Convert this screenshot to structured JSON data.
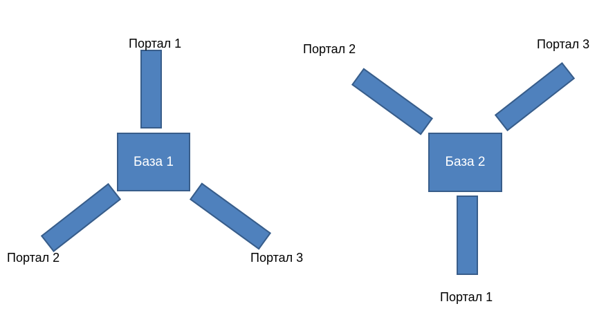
{
  "colors": {
    "fill": "#4f81bd",
    "stroke": "#385d8a",
    "base_text": "#ffffff",
    "label_text": "#000000"
  },
  "diagrams": [
    {
      "base_label": "База 1",
      "portal_labels": [
        "Портал 1",
        "Портал 2",
        "Портал 3"
      ]
    },
    {
      "base_label": "База 2",
      "portal_labels": [
        "Портал 1",
        "Портал 2",
        "Портал 3"
      ]
    }
  ]
}
